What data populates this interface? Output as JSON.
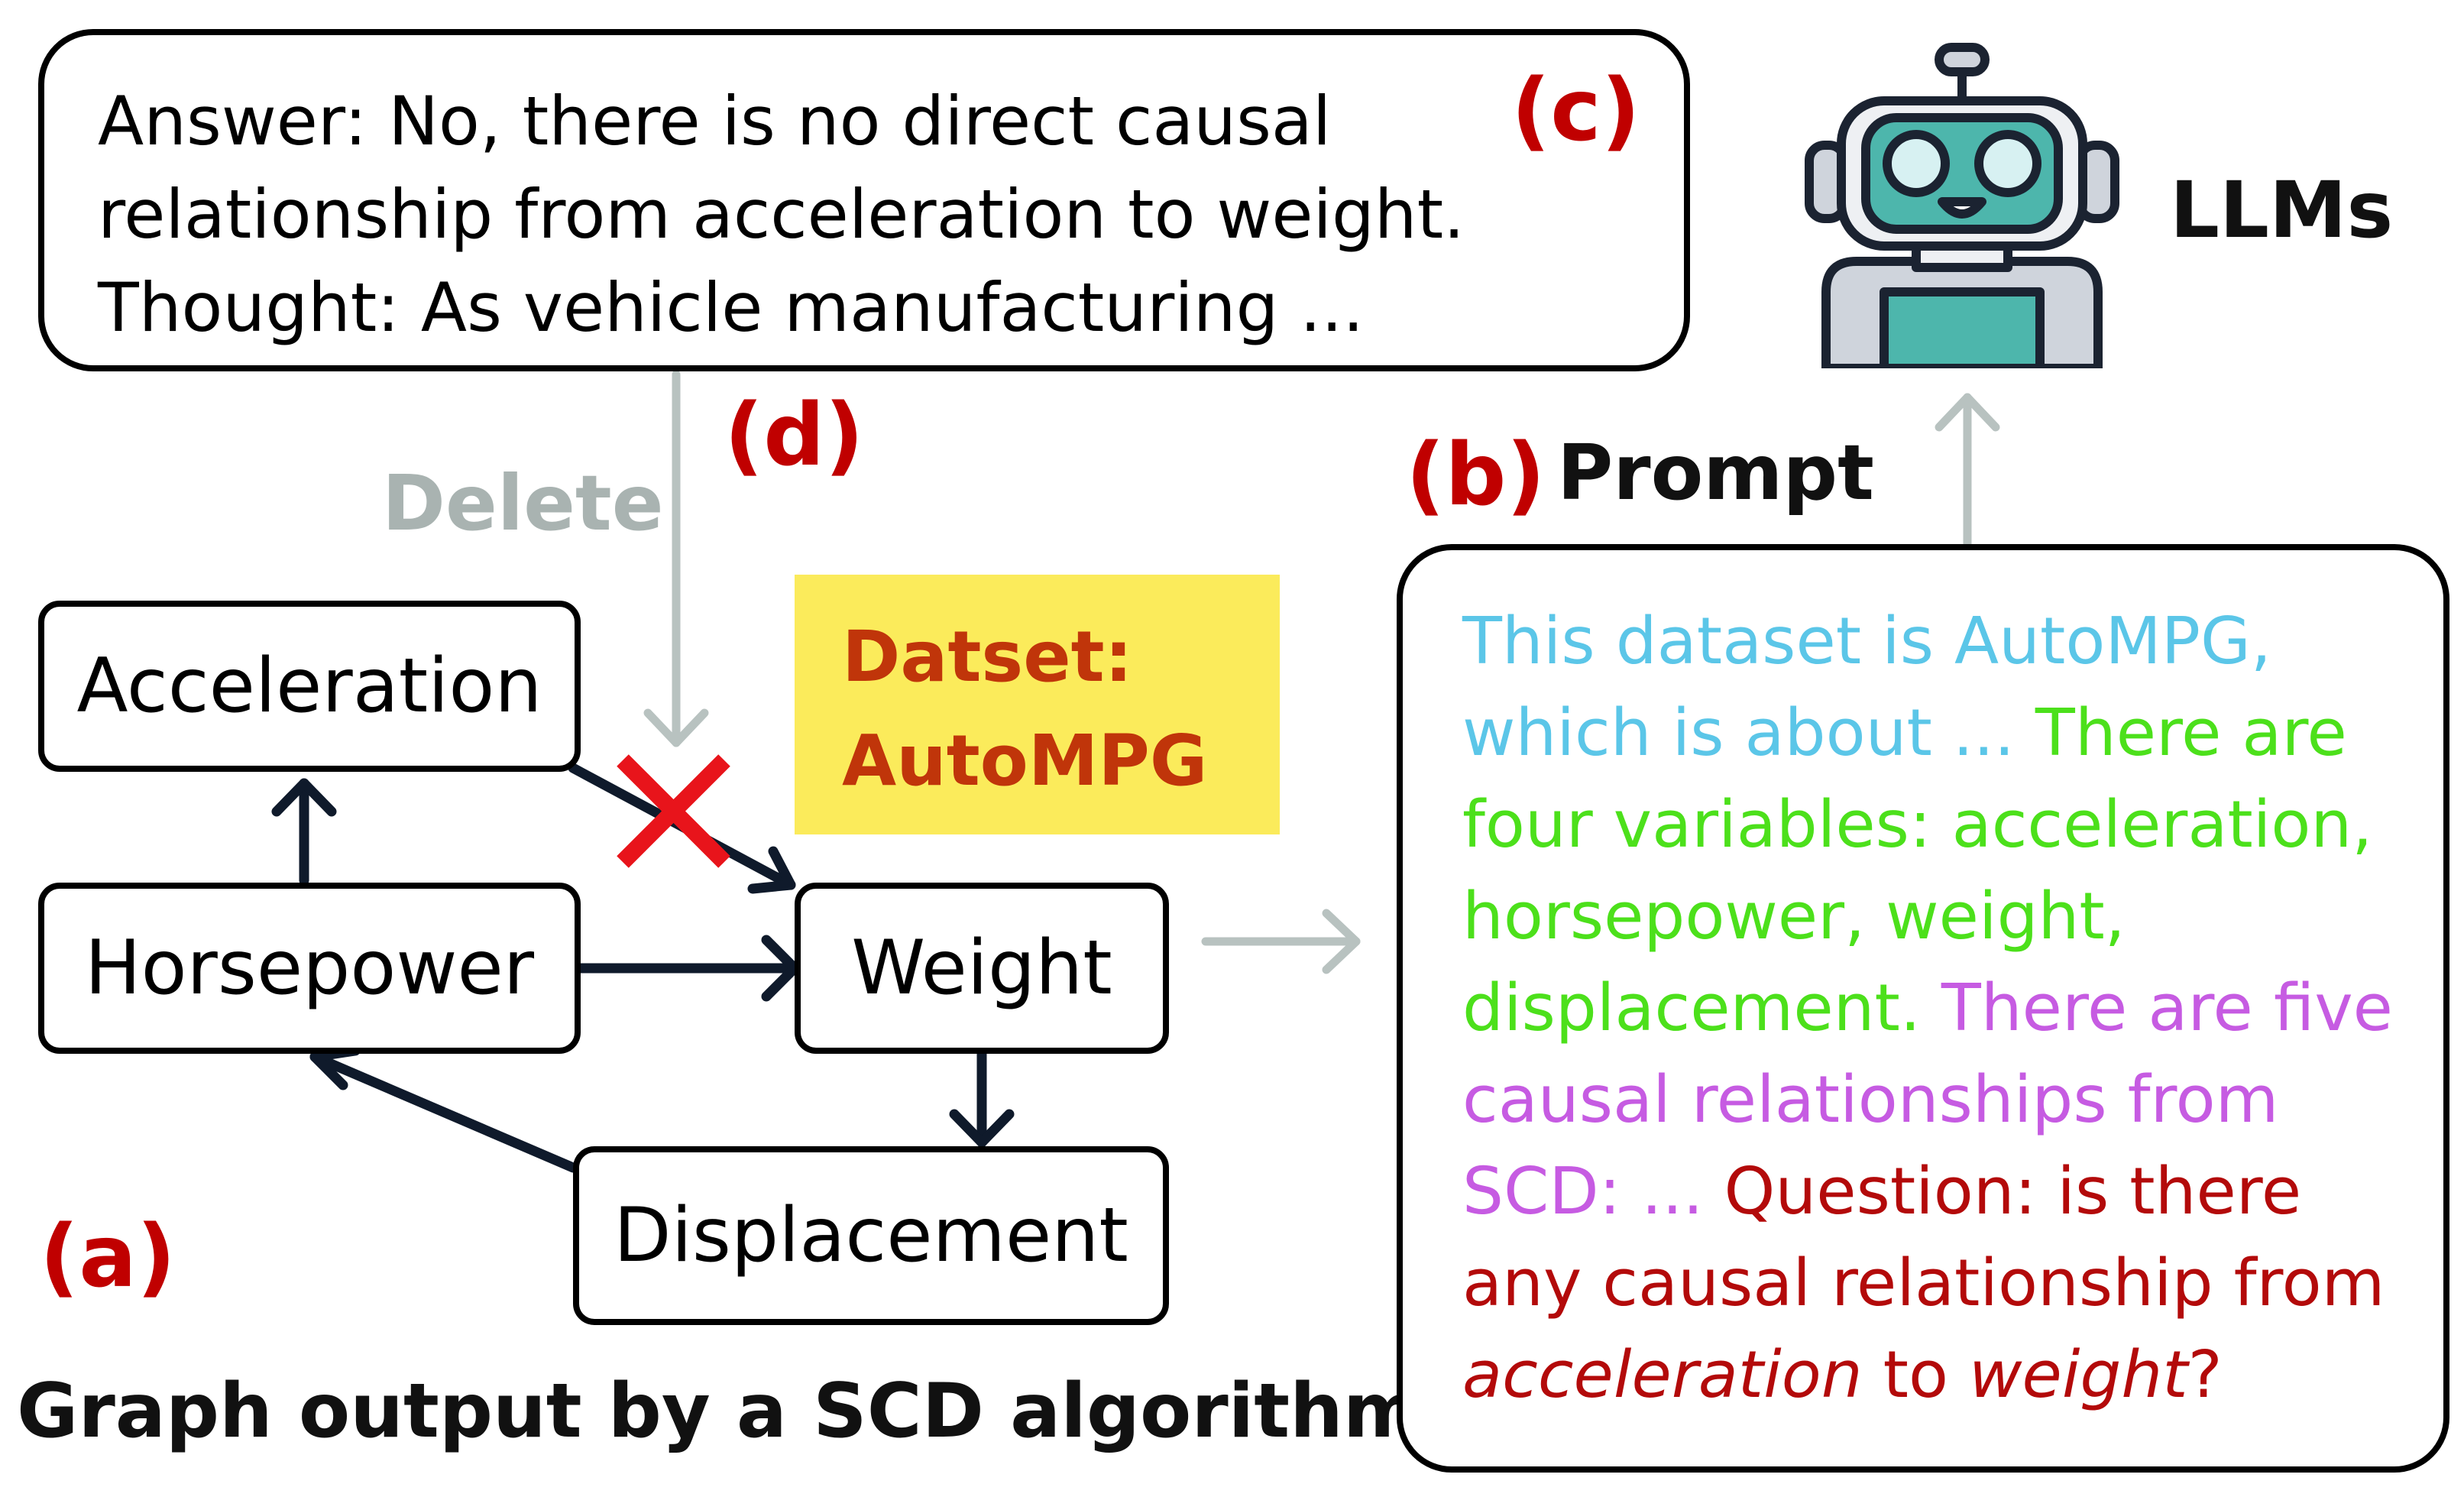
{
  "colors": {
    "red_label": "#c00000",
    "edge": "#0f1a2b",
    "grey_arrow": "#b8c2c0",
    "delete_text": "#a9b3b1",
    "dataset_bg": "#fbeb5b",
    "dataset_text": "#c0350a",
    "cross": "#e8141b",
    "prompt_context": "#5bc6e8",
    "prompt_variables": "#4ce01b",
    "prompt_relations": "#c65be2",
    "prompt_question": "#b30a0a",
    "robot_face": "#4db6ac"
  },
  "labels": {
    "a": "(a)",
    "b": "(b)",
    "c": "(c)",
    "d": "(d)",
    "delete": "Delete",
    "prompt": "Prompt",
    "llms": "LLMs",
    "caption": "Graph output by a SCD algorithm"
  },
  "dataset": {
    "line1": "Datset:",
    "line2": "AutoMPG"
  },
  "answer": {
    "line1": "Answer: No, there is no direct causal",
    "line2": "relationship from acceleration to weight.",
    "line3": "Thought: As vehicle manufacturing ..."
  },
  "graph": {
    "nodes": {
      "acceleration": "Acceleration",
      "horsepower": "Horsepower",
      "weight": "Weight",
      "displacement": "Displacement"
    },
    "edges": [
      {
        "from": "horsepower",
        "to": "acceleration",
        "status": "kept"
      },
      {
        "from": "acceleration",
        "to": "weight",
        "status": "deleted"
      },
      {
        "from": "horsepower",
        "to": "weight",
        "status": "kept"
      },
      {
        "from": "weight",
        "to": "displacement",
        "status": "kept"
      },
      {
        "from": "displacement",
        "to": "horsepower",
        "status": "kept"
      }
    ]
  },
  "prompt_text": {
    "l1": "This dataset is AutoMPG,",
    "l2a": "which is about ... ",
    "l2b": "There are",
    "l3": "four variables: acceleration,",
    "l4": "horsepower, weight,",
    "l5a": "displacement. ",
    "l5b": "There are five",
    "l6": "causal relationships from",
    "l7a": "SCD: ... ",
    "l7b": "Question: is there",
    "l8": "any causal relationship from",
    "l9a": "acceleration",
    "l9b": " to ",
    "l9c": "weight",
    "l9d": "?"
  },
  "icons": {
    "robot": "robot-icon",
    "cross": "cross-icon"
  }
}
